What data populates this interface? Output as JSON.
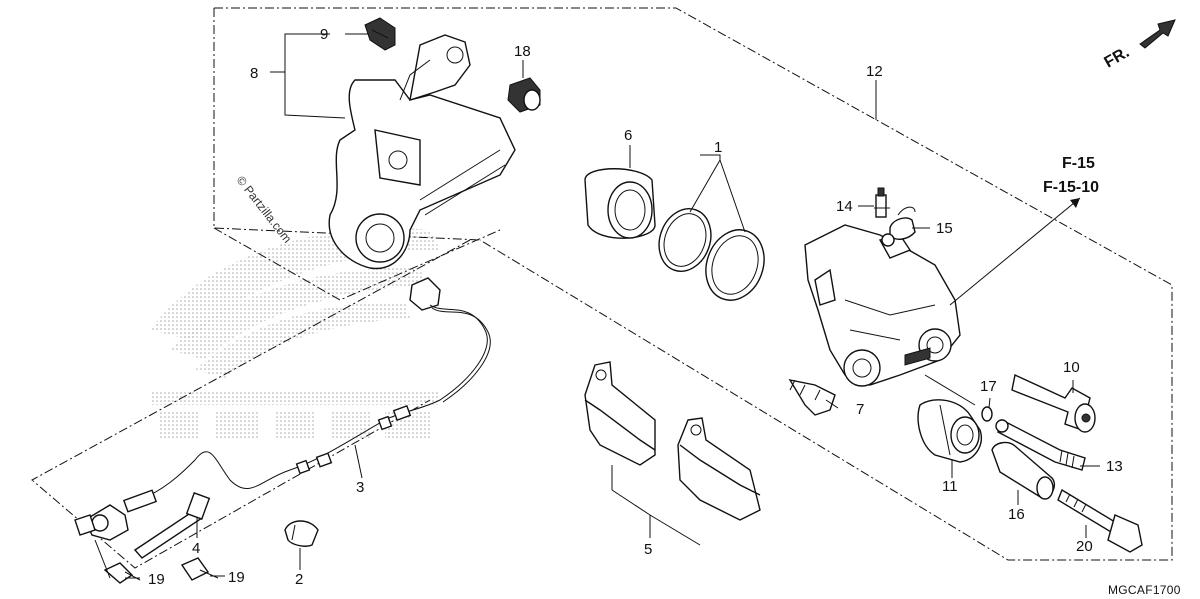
{
  "diagram": {
    "watermark": "© Partzilla.com",
    "diagram_code": "MGCAF1700",
    "front_arrow_label": "FR.",
    "references": [
      "F-15",
      "F-15-10"
    ],
    "callouts": [
      {
        "id": "c1",
        "label": "1"
      },
      {
        "id": "c2",
        "label": "2"
      },
      {
        "id": "c3",
        "label": "3"
      },
      {
        "id": "c4",
        "label": "4"
      },
      {
        "id": "c5",
        "label": "5"
      },
      {
        "id": "c6",
        "label": "6"
      },
      {
        "id": "c7",
        "label": "7"
      },
      {
        "id": "c8",
        "label": "8"
      },
      {
        "id": "c9",
        "label": "9"
      },
      {
        "id": "c10",
        "label": "10"
      },
      {
        "id": "c11",
        "label": "11"
      },
      {
        "id": "c12",
        "label": "12"
      },
      {
        "id": "c13",
        "label": "13"
      },
      {
        "id": "c14",
        "label": "14"
      },
      {
        "id": "c15",
        "label": "15"
      },
      {
        "id": "c16",
        "label": "16"
      },
      {
        "id": "c17",
        "label": "17"
      },
      {
        "id": "c18",
        "label": "18"
      },
      {
        "id": "c19a",
        "label": "19"
      },
      {
        "id": "c19b",
        "label": "19"
      },
      {
        "id": "c20",
        "label": "20"
      }
    ]
  }
}
